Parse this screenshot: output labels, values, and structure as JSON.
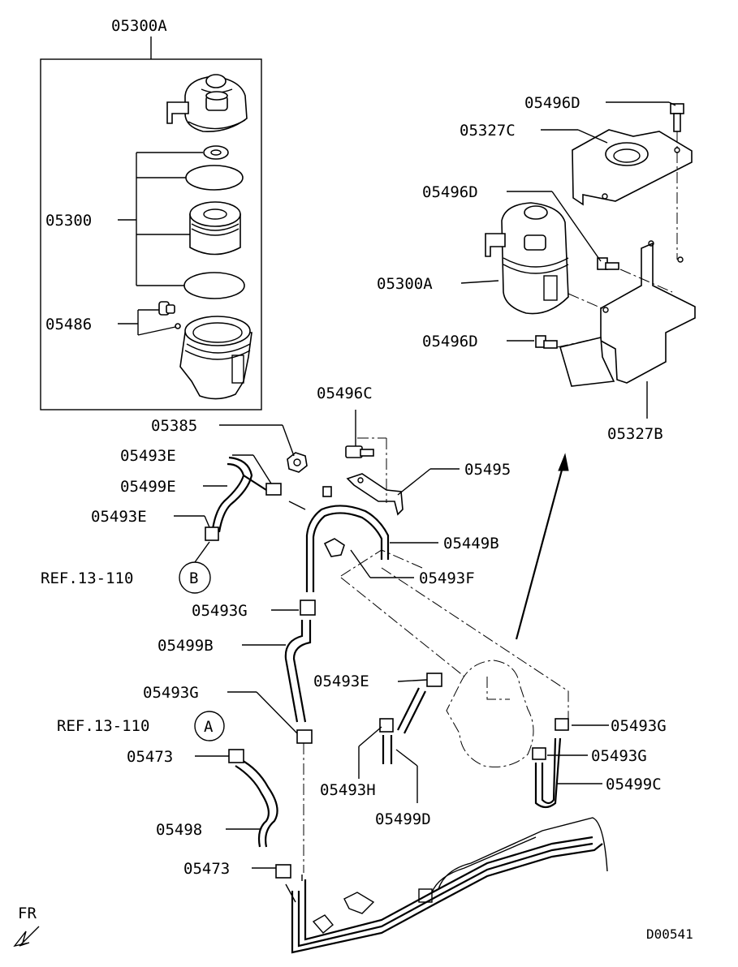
{
  "labels": {
    "l05300A_top": "05300A",
    "l05300": "05300",
    "l05486": "05486",
    "l05496D_top": "05496D",
    "l05327C": "05327C",
    "l05496D_mid": "05496D",
    "l05300A_right": "05300A",
    "l05496D_low": "05496D",
    "l05327B": "05327B",
    "l05496C": "05496C",
    "l05385": "05385",
    "l05495": "05495",
    "l05493E_a": "05493E",
    "l05499E": "05499E",
    "l05493E_b": "05493E",
    "l05449B": "05449B",
    "l05493F": "05493F",
    "l05493G_a": "05493G",
    "l05499B": "05499B",
    "l05493E_c": "05493E",
    "l05493G_b": "05493G",
    "l05493G_c": "05493G",
    "l05493G_d": "05493G",
    "l05499C": "05499C",
    "l05493H": "05493H",
    "l05499D": "05499D",
    "l05473_a": "05473",
    "l05498": "05498",
    "l05473_b": "05473"
  },
  "refs": {
    "ref_b_text": "REF.13-110",
    "ref_b_letter": "B",
    "ref_a_text": "REF.13-110",
    "ref_a_letter": "A"
  },
  "direction_label": "FR",
  "diagram_code": "D00541"
}
